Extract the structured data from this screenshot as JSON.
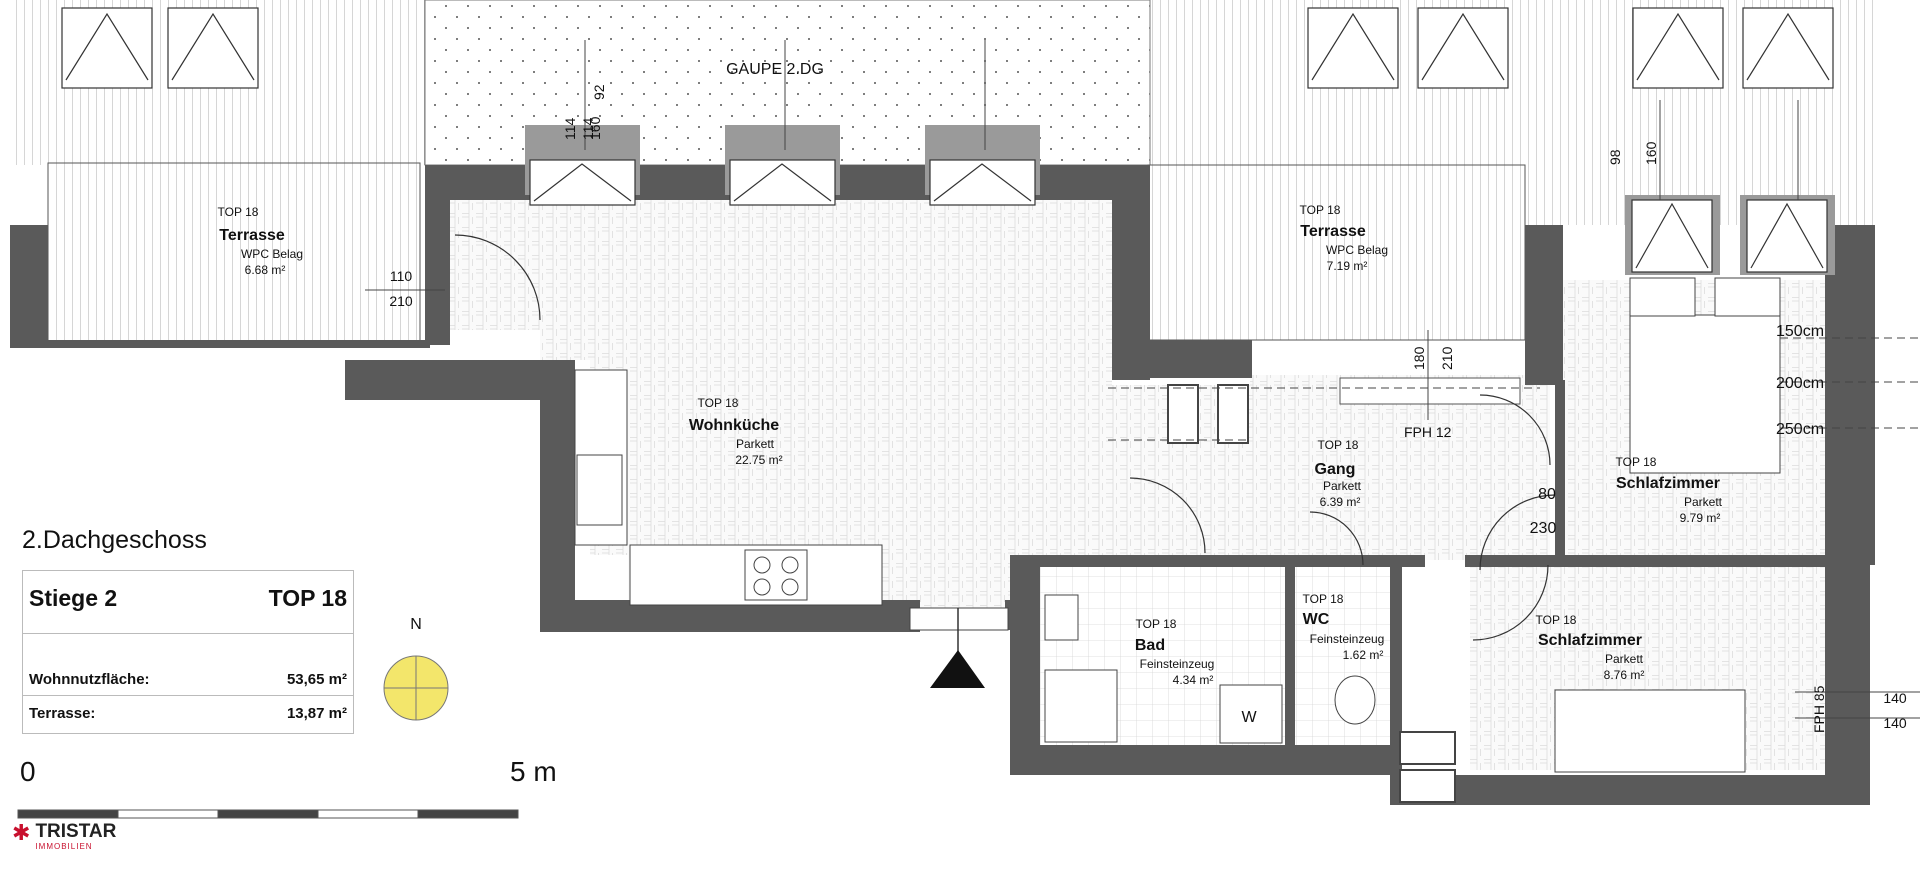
{
  "plan": {
    "floor": "2.Dachgeschoss",
    "stair": "Stiege 2",
    "unit": "TOP 18",
    "living_area_label": "Wohnnutzfläche:",
    "living_area_value": "53,65 m²",
    "terrace_label": "Terrasse:",
    "terrace_value": "13,87 m²",
    "north": "N",
    "dormer": "GAUPE 2.DG",
    "scale_start": "0",
    "scale_end": "5 m"
  },
  "rooms": [
    {
      "id": "terrasse-left",
      "top": "TOP 18",
      "name": "Terrasse",
      "finish": "WPC Belag",
      "area": "6.68 m²"
    },
    {
      "id": "terrasse-right",
      "top": "TOP 18",
      "name": "Terrasse",
      "finish": "WPC Belag",
      "area": "7.19 m²"
    },
    {
      "id": "wohnkueche",
      "top": "TOP 18",
      "name": "Wohnküche",
      "finish": "Parkett",
      "area": "22.75 m²"
    },
    {
      "id": "gang",
      "top": "TOP 18",
      "name": "Gang",
      "finish": "Parkett",
      "area": "6.39 m²"
    },
    {
      "id": "schlafzimmer-1",
      "top": "TOP 18",
      "name": "Schlafzimmer",
      "finish": "Parkett",
      "area": "9.79 m²"
    },
    {
      "id": "schlafzimmer-2",
      "top": "TOP 18",
      "name": "Schlafzimmer",
      "finish": "Parkett",
      "area": "8.76 m²"
    },
    {
      "id": "bad",
      "top": "TOP 18",
      "name": "Bad",
      "finish": "Feinsteinzeug",
      "area": "4.34 m²"
    },
    {
      "id": "wc",
      "top": "TOP 18",
      "name": "WC",
      "finish": "Feinsteinzeug",
      "area": "1.62 m²"
    }
  ],
  "dimensions": {
    "door_110": "110",
    "door_210": "210",
    "win_114a": "114",
    "win_114b": "114",
    "win_160": "160",
    "win_92": "92",
    "win_98": "98",
    "win_160b": "160",
    "balc_180": "180",
    "balc_210": "210",
    "fph12": "FPH 12",
    "fph85": "FPH 85",
    "door_80": "80",
    "door_230": "230",
    "bed_150": "150cm",
    "bed_200": "200cm",
    "bed_250": "250cm",
    "dim_140a": "140",
    "dim_140b": "140"
  },
  "appliance": {
    "washer": "W"
  },
  "brand": {
    "name": "TRISTAR",
    "tagline": "IMMOBILIEN",
    "accent": "#c8102e"
  },
  "colors": {
    "wall": "#5a5a5a",
    "wall_light": "#9a9a9a",
    "compass": "#f3e66b"
  }
}
